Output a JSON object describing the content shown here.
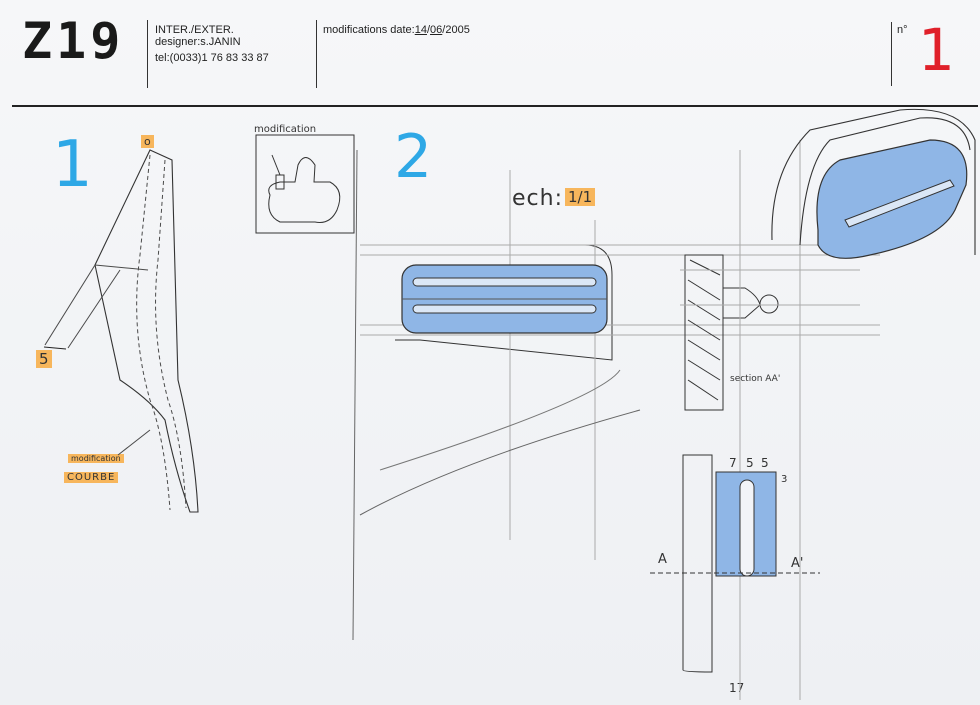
{
  "header": {
    "code": "Z19",
    "line1": "INTER./EXTER.",
    "line2": "designer:s.JANIN",
    "line3": "tel:(0033)1 76 83 33 87",
    "mod_label": "modifications  date:",
    "mod_day": "14",
    "mod_month": "06",
    "mod_year": "/2005",
    "no_label": "n°",
    "no_value": "1"
  },
  "view1": {
    "number": "1",
    "top_mark": "o",
    "dim": "5",
    "note1": "modification",
    "note2": "COURBE",
    "inset_label": "modification"
  },
  "view2": {
    "number": "2",
    "scale_label": "ech:",
    "scale_value": "1/1",
    "section_label": "section AA'",
    "dims": [
      "7",
      "5",
      "5"
    ],
    "dim_side": "3",
    "dim_bottom": "17",
    "mark_a": "A",
    "mark_a2": "A'"
  },
  "colors": {
    "blue_number": "#2ea8e6",
    "red_number": "#e0202a",
    "orange_highlight": "#f7b65c",
    "blue_fill": "#8fb6e6"
  }
}
